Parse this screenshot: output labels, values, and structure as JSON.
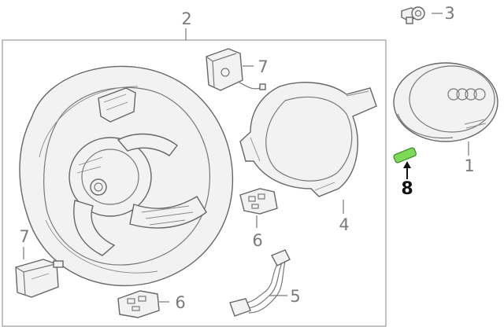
{
  "callouts": [
    {
      "label": "1"
    },
    {
      "label": "2"
    },
    {
      "label": "3"
    },
    {
      "label": "4"
    },
    {
      "label": "5"
    },
    {
      "label": "6"
    },
    {
      "label": "6"
    },
    {
      "label": "7"
    },
    {
      "label": "7"
    },
    {
      "label": "8"
    }
  ],
  "colors": {
    "highlight": "#7ed957",
    "highlight_stroke": "#3b8a2a",
    "line": "#777777"
  },
  "icons": {
    "logo": "four-rings-logo"
  }
}
